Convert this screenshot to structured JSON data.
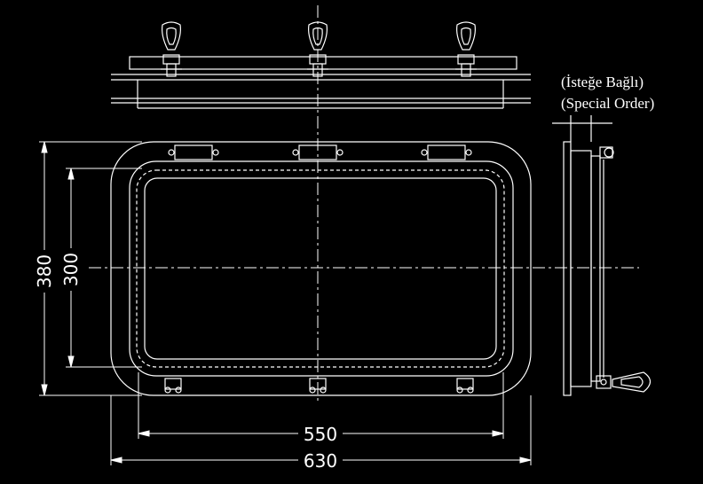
{
  "drawing": {
    "note": {
      "line1": "(İsteğe Bağlı)",
      "line2": "(Special Order)"
    },
    "dimensions": {
      "inner_width": "550",
      "outer_width": "630",
      "outer_height": "380",
      "inner_height": "300"
    },
    "colors": {
      "background": "#000000",
      "line": "#ffffff"
    }
  }
}
